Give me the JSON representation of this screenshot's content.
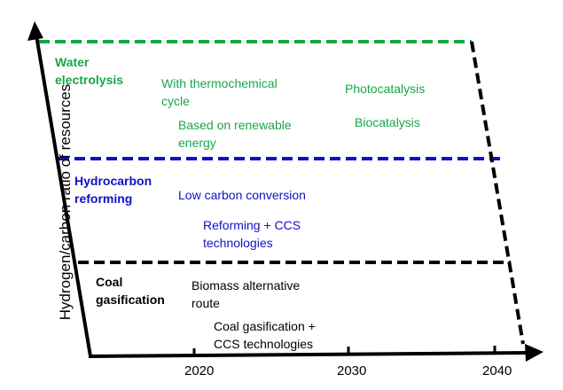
{
  "colors": {
    "water": "#19a64a",
    "hydrocarbon": "#1010c8",
    "coal": "#000000",
    "axis": "#000000"
  },
  "axes": {
    "y_label": "Hydrogen/carbon ratio of resources",
    "x_ticks": [
      "2020",
      "2030",
      "2040"
    ]
  },
  "tiers": {
    "water": {
      "title": "Water electrolysis",
      "items": {
        "thermochemical": "With thermochemical cycle",
        "renewable": "Based on renewable energy",
        "photocatalysis": "Photocatalysis",
        "biocatalysis": "Biocatalysis"
      }
    },
    "hydrocarbon": {
      "title": "Hydrocarbon reforming",
      "items": {
        "low_carbon": "Low carbon conversion",
        "reforming_ccs": "Reforming + CCS technologies"
      }
    },
    "coal": {
      "title": "Coal gasification",
      "items": {
        "biomass": "Biomass alternative route",
        "coal_ccs": "Coal gasification + CCS technologies"
      }
    }
  }
}
